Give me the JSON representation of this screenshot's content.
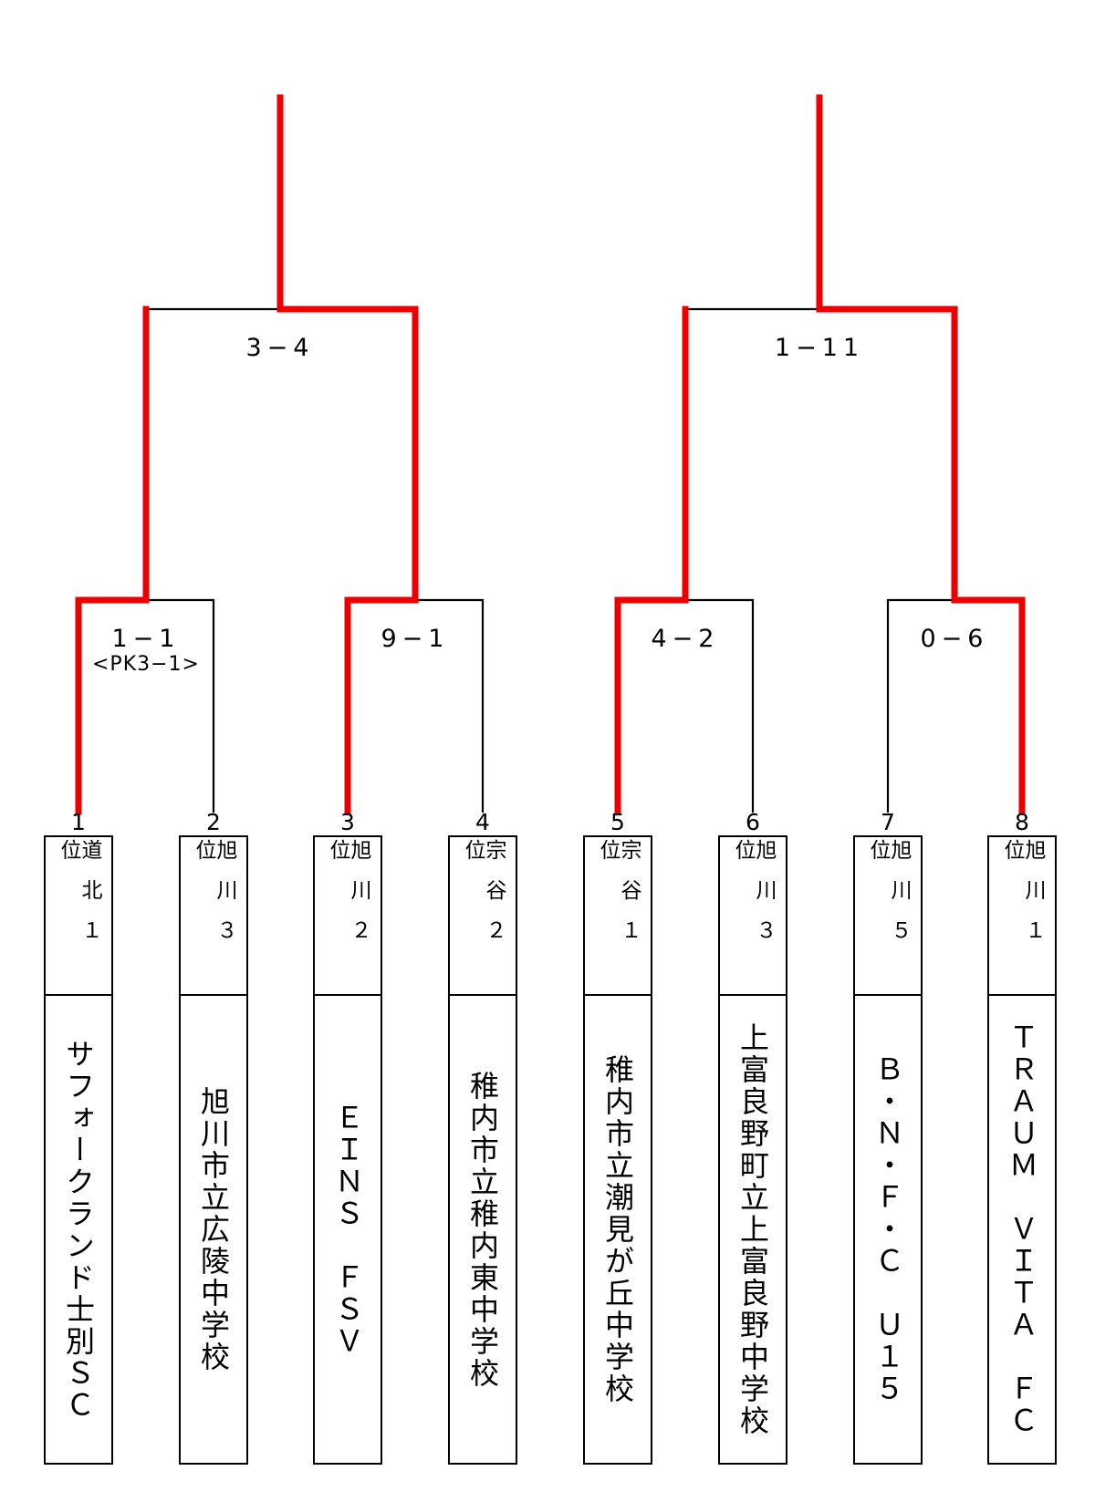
{
  "colors": {
    "winner_line": "#ee0000",
    "line": "#000000"
  },
  "semifinal_scores": [
    "3−4",
    "1−11"
  ],
  "first_round": [
    {
      "score": "1−1",
      "note": "<PK3−1>"
    },
    {
      "score": "9−1",
      "note": ""
    },
    {
      "score": "4−2",
      "note": ""
    },
    {
      "score": "0−6",
      "note": ""
    }
  ],
  "teams": [
    {
      "seed": "1",
      "region": "道北１位",
      "name": "サフォークランド士別ＳＣ"
    },
    {
      "seed": "2",
      "region": "旭川３位",
      "name": "旭川市立広陵中学校"
    },
    {
      "seed": "3",
      "region": "旭川２位",
      "name": "ＥＩＮＳ　ＦＳＶ"
    },
    {
      "seed": "4",
      "region": "宗谷２位",
      "name": "稚内市立稚内東中学校"
    },
    {
      "seed": "5",
      "region": "宗谷１位",
      "name": "稚内市立潮見が丘中学校"
    },
    {
      "seed": "6",
      "region": "旭川３位",
      "name": "上富良野町立上富良野中学校"
    },
    {
      "seed": "7",
      "region": "旭川５位",
      "name": "Ｂ・Ｎ・Ｆ・Ｃ　Ｕ１５"
    },
    {
      "seed": "8",
      "region": "旭川１位",
      "name": "ＴＲＡＵＭ　ＶＩＴＡ　ＦＣ"
    }
  ]
}
